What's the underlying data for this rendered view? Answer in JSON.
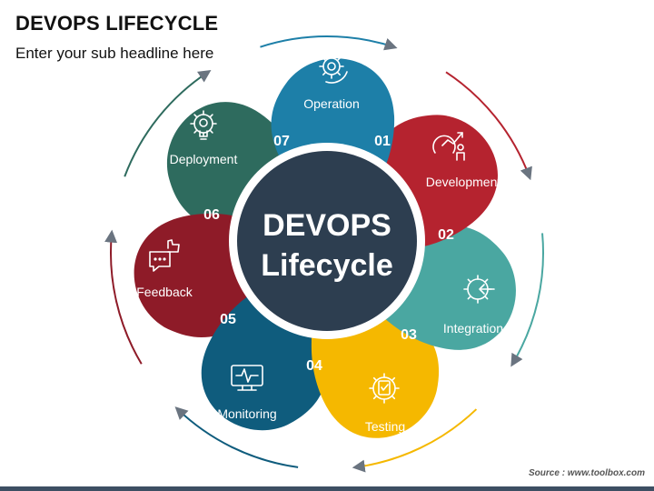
{
  "header": {
    "title": "DEVOPS LIFECYCLE",
    "subtitle": "Enter your sub headline here"
  },
  "center": {
    "line1": "DEVOPS",
    "line2": "Lifecycle",
    "color": "#2d3e50"
  },
  "stages": [
    {
      "number": "01",
      "label": "Operation",
      "icon": "gear-cycle-icon",
      "color": "#1d7fa8"
    },
    {
      "number": "02",
      "label": "Development",
      "icon": "growth-chart-person-icon",
      "color": "#b5232f"
    },
    {
      "number": "03",
      "label": "Integration",
      "icon": "gear-arrow-in-icon",
      "color": "#4aa7a1"
    },
    {
      "number": "04",
      "label": "Testing",
      "icon": "gear-clipboard-icon",
      "color": "#f5b800"
    },
    {
      "number": "05",
      "label": "Monitoring",
      "icon": "monitor-pulse-icon",
      "color": "#0f5c7d"
    },
    {
      "number": "06",
      "label": "Feedback",
      "icon": "thumbs-up-chat-icon",
      "color": "#8e1b28"
    },
    {
      "number": "07",
      "label": "Deployment",
      "icon": "gear-lightbulb-icon",
      "color": "#2e6b5e"
    }
  ],
  "footer": {
    "source": "Source : www.toolbox.com"
  }
}
